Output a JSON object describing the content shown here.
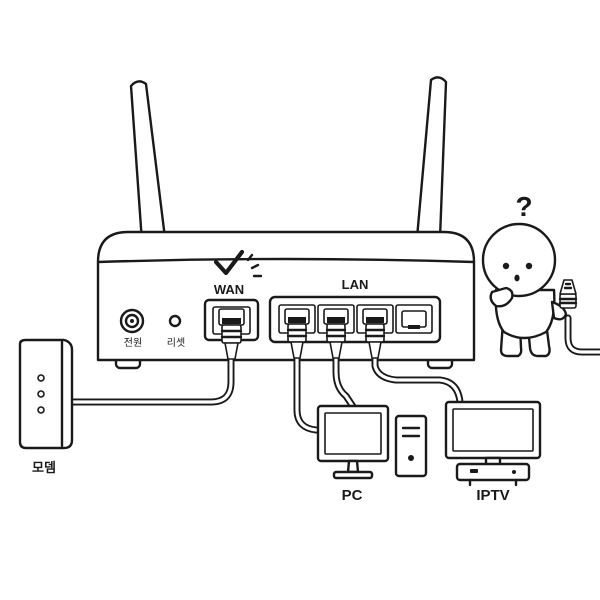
{
  "labels": {
    "wan": "WAN",
    "lan": "LAN",
    "power": "전원",
    "reset": "리셋",
    "modem": "모뎀",
    "pc": "PC",
    "iptv": "IPTV",
    "question": "?"
  },
  "colors": {
    "line": "#1a1a1a",
    "fill": "#ffffff"
  },
  "icons": {
    "check": "check-mark-icon",
    "question": "question-mark-icon"
  }
}
